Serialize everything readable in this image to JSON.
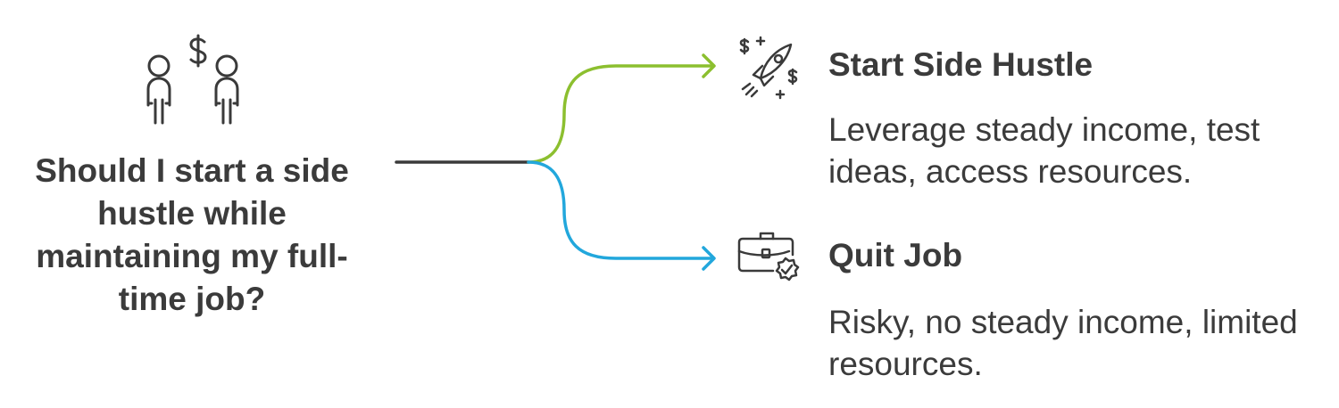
{
  "question": {
    "text": "Should I start a side hustle while maintaining my full-time job?",
    "icon": "people-money-icon"
  },
  "options": [
    {
      "title": "Start Side Hustle",
      "description": "Leverage steady income, test ideas, access resources.",
      "icon": "rocket-money-icon",
      "color": "#8cbf2f"
    },
    {
      "title": "Quit Job",
      "description": "Risky, no steady income, limited resources.",
      "icon": "briefcase-check-icon",
      "color": "#22a7dc"
    }
  ],
  "colors": {
    "stem": "#3a3a3a",
    "text": "#3b3b3b"
  }
}
